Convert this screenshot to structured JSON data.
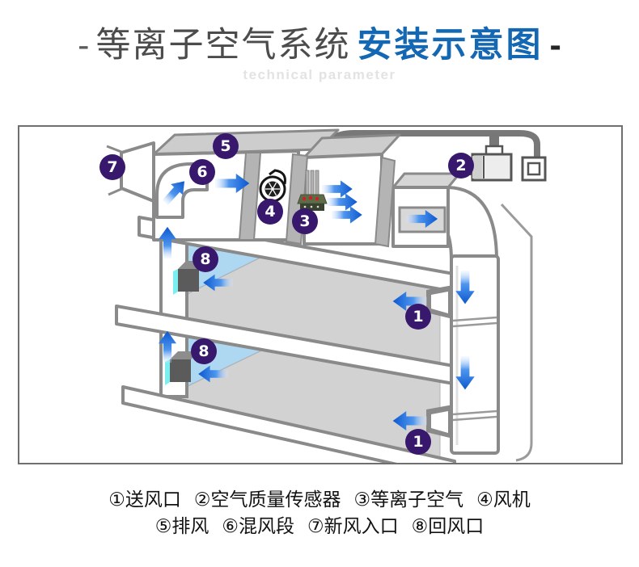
{
  "title": {
    "dash_left": "-",
    "system_name": "等离子空气系统",
    "highlight": "安装示意图",
    "dash_right": "-",
    "subtitle": "technical parameter"
  },
  "legend": {
    "row1": [
      "①送风口",
      "②空气质量传感器",
      "③等离子空气",
      "④风机"
    ],
    "row2": [
      "⑤排风",
      "⑥混风段",
      "⑦新风入口",
      "⑧回风口"
    ]
  },
  "markers": {
    "m1": "1",
    "m2": "2",
    "m3": "3",
    "m4": "4",
    "m5": "5",
    "m6": "6",
    "m7": "7",
    "m8": "8"
  },
  "marker_meanings": {
    "1": "送风口",
    "2": "空气质量传感器",
    "3": "等离子空气",
    "4": "风机",
    "5": "排风",
    "6": "混风段",
    "7": "新风入口",
    "8": "回风口"
  },
  "colors": {
    "title_accent": "#1468b3",
    "callout_purple": "#38186d",
    "arrow_blue": "#0c58cf",
    "wall_blue": "#aed7f2",
    "floor_gray": "#d2d2d2",
    "outline_gray": "#8a8a8a",
    "grille_cyan": "#7beef0"
  }
}
